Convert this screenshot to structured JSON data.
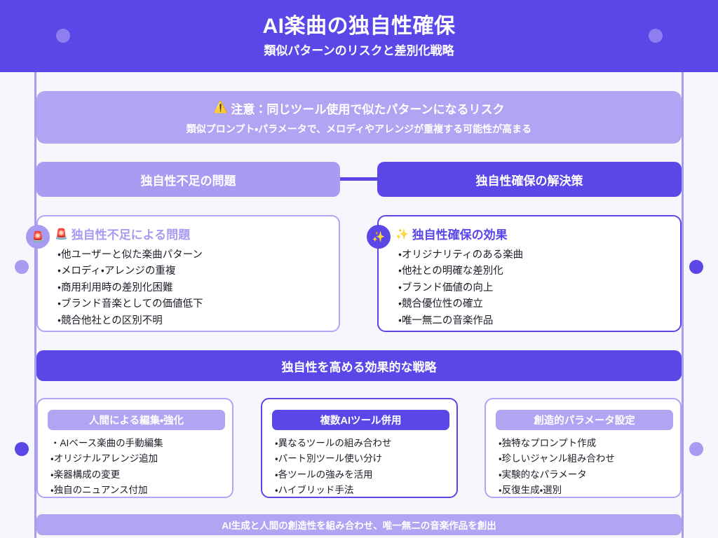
{
  "header": {
    "title": "AI楽曲の独自性確保",
    "subtitle": "類似パターンのリスクと差別化戦略"
  },
  "warning": {
    "icon": "⚠️",
    "icon_name": "warning-triangle-icon",
    "title": "注意：同じツール使用で似たパターンになるリスク",
    "subtitle": "類似プロンプト・パラメータで、メロディやアレンジが重複する可能性が高まる"
  },
  "pills": {
    "problem": "独自性不足の問題",
    "solution": "独自性確保の解決策"
  },
  "cards": {
    "problem": {
      "badge_icon": "🚨",
      "heading_icon": "🚨",
      "heading": "独自性不足による問題",
      "items": [
        "他ユーザーと似た楽曲パターン",
        "メロディ・アレンジの重複",
        "商用利用時の差別化困難",
        "ブランド音楽としての価値低下",
        "競合他社との区別不明"
      ]
    },
    "solution": {
      "badge_icon": "✨",
      "heading_icon": "✨",
      "heading": "独自性確保の効果",
      "items": [
        "オリジナリティのある楽曲",
        "他社との明確な差別化",
        "ブランド価値の向上",
        "競合優位性の確立",
        "唯一無二の音楽作品"
      ]
    }
  },
  "strategy_bar": "独自性を高める効果的な戦略",
  "strategies": [
    {
      "title": "人間による編集・強化",
      "items": [
        "AIベース楽曲の手動編集",
        "オリジナルアレンジ追加",
        "楽器構成の変更",
        "独自のニュアンス付加"
      ]
    },
    {
      "title": "複数AIツール併用",
      "items": [
        "異なるツールの組み合わせ",
        "パート別ツール使い分け",
        "各ツールの強みを活用",
        "ハイブリッド手法"
      ]
    },
    {
      "title": "創造的パラメータ設定",
      "items": [
        "独特なプロンプト作成",
        "珍しいジャンル組み合わせ",
        "実験的なパラメータ",
        "反復生成・選別"
      ]
    }
  ],
  "footer": "AI生成と人間の創造性を組み合わせ、唯一無二の音楽作品を創出",
  "colors": {
    "primary": "#5b46e8",
    "secondary": "#a79cf2",
    "tertiary": "#b0a4f3",
    "background": "#f7f6fd",
    "text": "#1d1d28",
    "white": "#ffffff"
  }
}
